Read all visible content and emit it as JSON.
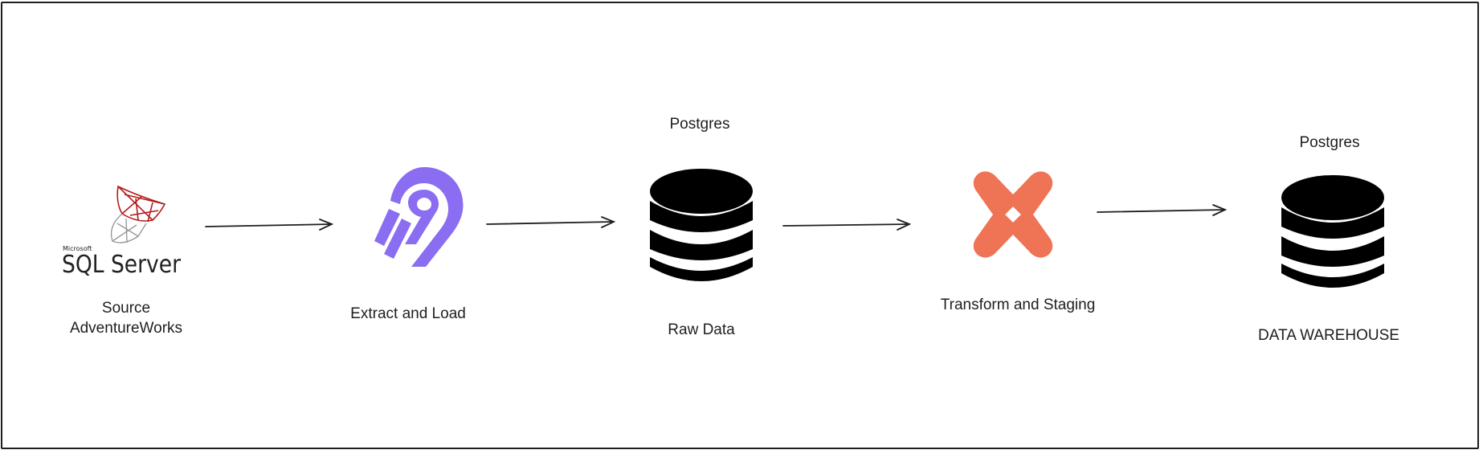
{
  "colors": {
    "stroke": "#1e1e1e",
    "airbyte": "#8a6df1",
    "dbt": "#ef7355",
    "sqlserver_red": "#b31b1b"
  },
  "nodes": {
    "source": {
      "icon": "sql-server-logo",
      "logo_small": "Microsoft",
      "logo_main": "SQL Server",
      "label_line1": "Source",
      "label_line2": "AdventureWorks"
    },
    "extract": {
      "icon": "airbyte-logo",
      "label": "Extract and Load"
    },
    "raw": {
      "icon": "database-icon",
      "top_label": "Postgres",
      "label": "Raw Data"
    },
    "transform": {
      "icon": "dbt-logo",
      "label": "Transform and Staging"
    },
    "warehouse": {
      "icon": "database-icon",
      "top_label": "Postgres",
      "label": "DATA WAREHOUSE"
    }
  }
}
